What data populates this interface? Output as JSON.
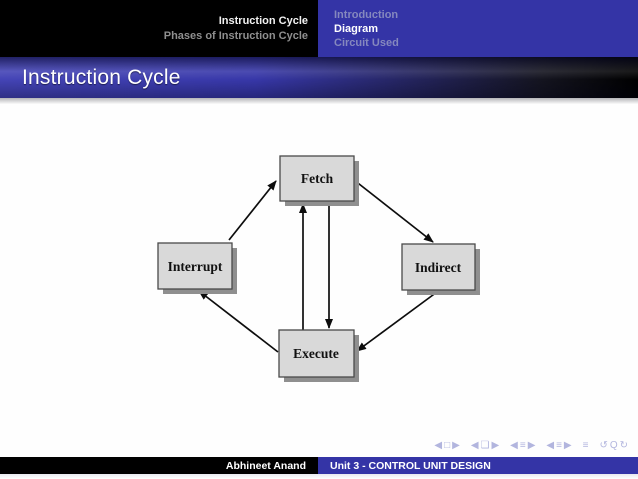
{
  "header": {
    "left": {
      "title": "Instruction Cycle",
      "subtitle": "Phases of Instruction Cycle"
    },
    "right": {
      "items": [
        {
          "label": "Introduction",
          "active": false
        },
        {
          "label": "Diagram",
          "active": true
        },
        {
          "label": "Circuit Used",
          "active": false
        }
      ]
    }
  },
  "title_bar": {
    "title": "Instruction Cycle"
  },
  "diagram": {
    "nodes": [
      {
        "id": "fetch",
        "label": "Fetch"
      },
      {
        "id": "interrupt",
        "label": "Interrupt"
      },
      {
        "id": "indirect",
        "label": "Indirect"
      },
      {
        "id": "execute",
        "label": "Execute"
      }
    ],
    "edges": [
      {
        "from": "interrupt",
        "to": "fetch"
      },
      {
        "from": "fetch",
        "to": "indirect"
      },
      {
        "from": "indirect",
        "to": "execute"
      },
      {
        "from": "execute",
        "to": "interrupt"
      },
      {
        "from": "execute",
        "to": "fetch"
      },
      {
        "from": "fetch",
        "to": "execute"
      }
    ]
  },
  "nav_symbols": {
    "groups": [
      "◀□▶",
      "◀❏▶",
      "◀≡▶",
      "◀≡▶",
      "≡",
      "↺Q↻"
    ]
  },
  "footer": {
    "author": "Abhineet Anand",
    "unit": "Unit 3 - CONTROL UNIT DESIGN"
  },
  "colors": {
    "accent_blue": "#3434A6",
    "header_black": "#000000",
    "box_fill": "#D9D9D9",
    "box_shadow_gray": "#8F8F8F",
    "muted_section_item": "#8588BE"
  }
}
